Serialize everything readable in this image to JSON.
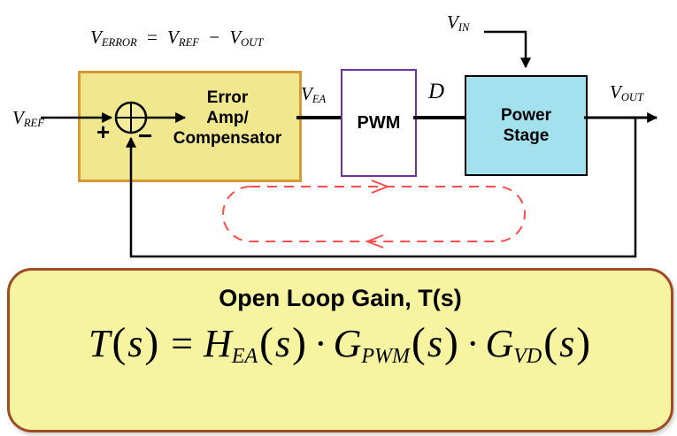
{
  "colors": {
    "error_amp_fill": "#F1E78E",
    "error_amp_border": "#D79A33",
    "pwm_fill": "#FFFFFF",
    "pwm_border": "#7030A0",
    "power_stage_fill": "#A3E1EF",
    "power_stage_border": "#000000",
    "callout_fill": "#F7F4A1",
    "callout_border": "#9E4B26",
    "loop_arrow_red": "#FF4C4C",
    "wire": "#000000"
  },
  "top_equation": {
    "v": "V",
    "sub_error": "ERROR",
    "equals": "=",
    "sub_ref": "REF",
    "minus": "−",
    "sub_out": "OUT"
  },
  "labels": {
    "vref": {
      "v": "V",
      "sub": "REF"
    },
    "vin": {
      "v": "V",
      "sub": "IN"
    },
    "vea": {
      "v": "V",
      "sub": "EA"
    },
    "d": "D",
    "vout": {
      "v": "V",
      "sub": "OUT"
    },
    "sum_plus": "+",
    "sum_minus": "−"
  },
  "blocks": {
    "error_amp": {
      "line1": "Error",
      "line2": "Amp/",
      "line3": "Compensator"
    },
    "pwm": "PWM",
    "power_stage": {
      "line1": "Power",
      "line2": "Stage"
    }
  },
  "callout": {
    "title": "Open Loop Gain, T(s)",
    "equation": {
      "t": "T",
      "s": "s",
      "open": "(",
      "close": ")",
      "equals": "=",
      "h": "H",
      "h_sub": "EA",
      "dot": "·",
      "g": "G",
      "g_sub_pwm": "PWM",
      "g_sub_vd": "VD"
    }
  },
  "icons": {
    "summing_junction": "circle-with-plus",
    "wire_arrowhead": "filled-triangle",
    "loop_direction": "dashed-rounded-loop-arrows"
  }
}
